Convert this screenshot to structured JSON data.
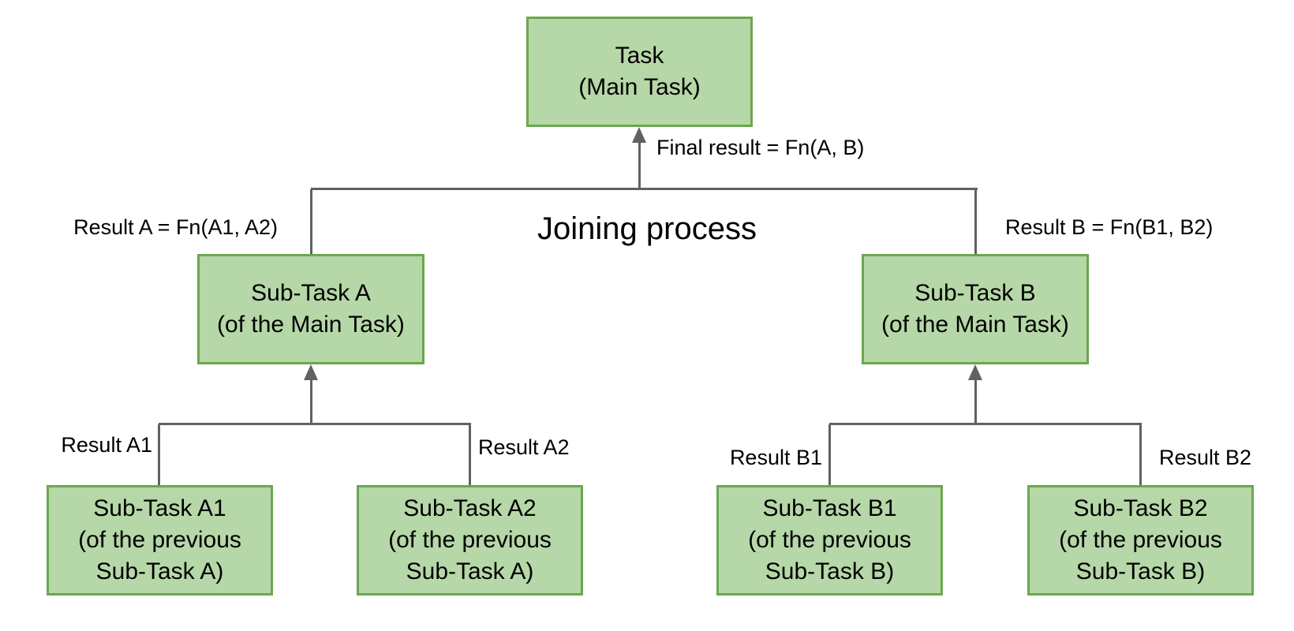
{
  "diagram": {
    "title": "Joining process",
    "colors": {
      "box_fill": "#b6d7a8",
      "box_border": "#6aa84f",
      "connector": "#5f6163",
      "text": "#000000",
      "background": "#ffffff"
    },
    "nodes": {
      "task": {
        "line1": "Task",
        "line2": "(Main Task)"
      },
      "sub_task_a": {
        "line1": "Sub-Task A",
        "line2": "(of the Main Task)"
      },
      "sub_task_b": {
        "line1": "Sub-Task B",
        "line2": "(of the Main Task)"
      },
      "sub_task_a1": {
        "line1": "Sub-Task A1",
        "line2": "(of the previous",
        "line3": "Sub-Task A)"
      },
      "sub_task_a2": {
        "line1": "Sub-Task A2",
        "line2": "(of the previous",
        "line3": "Sub-Task A)"
      },
      "sub_task_b1": {
        "line1": "Sub-Task B1",
        "line2": "(of the previous",
        "line3": "Sub-Task B)"
      },
      "sub_task_b2": {
        "line1": "Sub-Task B2",
        "line2": "(of the previous",
        "line3": "Sub-Task B)"
      }
    },
    "edge_labels": {
      "final_result": "Final result = Fn(A, B)",
      "result_a": "Result A = Fn(A1, A2)",
      "result_b": "Result B = Fn(B1, B2)",
      "result_a1": "Result A1",
      "result_a2": "Result A2",
      "result_b1": "Result B1",
      "result_b2": "Result B2"
    }
  }
}
